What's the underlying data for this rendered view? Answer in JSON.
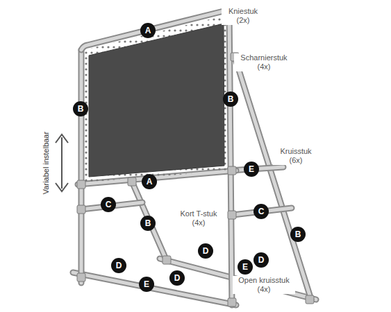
{
  "diagram": {
    "labels": [
      "A",
      "Kniestuk (2x)",
      "Scharnierstuk (4x)",
      "B",
      "B",
      "Kruisstuk (6x)",
      "E",
      "A",
      "Variabel instelbaar",
      "C",
      "Kort T-stuk (4x)",
      "C",
      "B",
      "B",
      "D",
      "D",
      "E",
      "D",
      "Open kruisstuk (4x)",
      "E",
      "D"
    ]
  }
}
